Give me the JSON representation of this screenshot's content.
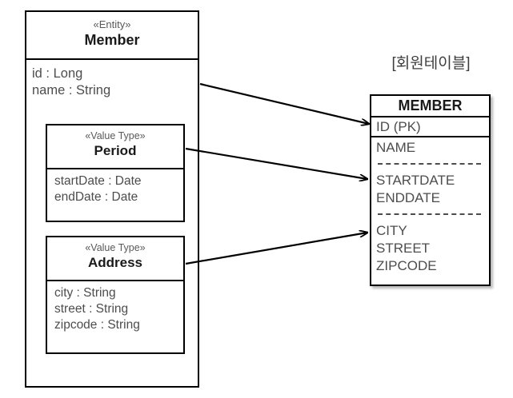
{
  "diagram": {
    "title_korean": "[회원테이블]",
    "stroke_color": "#000000",
    "text_color": "#4d4d4d"
  },
  "member_class": {
    "stereotype": "«Entity»",
    "name": "Member",
    "attributes": [
      "id : Long",
      "name : String"
    ]
  },
  "period_class": {
    "stereotype": "«Value Type»",
    "name": "Period",
    "attributes": [
      "startDate : Date",
      "endDate : Date"
    ]
  },
  "address_class": {
    "stereotype": "«Value Type»",
    "name": "Address",
    "attributes": [
      "city : String",
      "street : String",
      "zipcode : String"
    ]
  },
  "member_table": {
    "title": "[회원테이블]",
    "name": "MEMBER",
    "primary_key": "ID (PK)",
    "groups": [
      {
        "columns": [
          "NAME"
        ]
      },
      {
        "columns": [
          "STARTDATE",
          "ENDDATE"
        ]
      },
      {
        "columns": [
          "CITY",
          "STREET",
          "ZIPCODE"
        ]
      }
    ]
  },
  "mappings": [
    {
      "from": "Member",
      "to": "ID (PK)"
    },
    {
      "from": "Period",
      "to": "STARTDATE"
    },
    {
      "from": "Address",
      "to": "CITY"
    }
  ]
}
